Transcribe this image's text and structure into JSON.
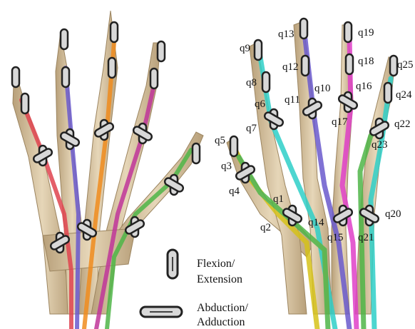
{
  "joint_labels": [
    "q1",
    "q2",
    "q3",
    "q4",
    "q5",
    "q6",
    "q7",
    "q8",
    "q9",
    "q10",
    "q11",
    "q12",
    "q13",
    "q14",
    "q15",
    "q16",
    "q17",
    "q18",
    "q19",
    "q20",
    "q21",
    "q22",
    "q23",
    "q24",
    "q25"
  ],
  "legend": {
    "flexion_line1": "Flexion/",
    "flexion_line2": "Extension",
    "abduction_line1": "Abduction/",
    "abduction_line2": "Adduction"
  },
  "colors": {
    "bone": "#d9c6a5",
    "bone_shade": "#b8a07a",
    "tendon_red": "#e0444f",
    "tendon_blue": "#6a5acd",
    "tendon_orange": "#f08c1e",
    "tendon_magenta": "#c0369a",
    "tendon_green": "#4fb648",
    "tendon_cyan": "#2fd0c8",
    "tendon_pink": "#e040c8",
    "tendon_yellow": "#d6c21a",
    "joint_fill": "#d8d8d8",
    "joint_stroke": "#222222"
  }
}
